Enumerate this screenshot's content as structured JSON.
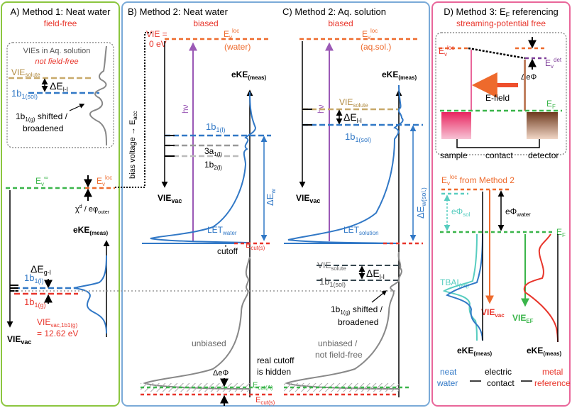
{
  "panelA": {
    "title": "A) Method 1: Neat water",
    "subtitle": "field-free",
    "inset_title_1": "VIEs in Aq. solution",
    "inset_title_2": "not field-free",
    "vie_solute": "VIE",
    "vie_solute_sub": "solute",
    "delta_e_li": "ΔE",
    "delta_e_li_sub": "l-l",
    "b1_sol": "1b",
    "b1_sol_sub": "1(sol)",
    "shifted_1": "1b",
    "shifted_1_sub": "1(g)",
    "shifted_1_rest": " shifted /",
    "shifted_2": "broadened",
    "ev_inf": "E",
    "ev_inf_sub": "v",
    "ev_inf_sup": "∞",
    "ev_loc": "E",
    "ev_loc_sub": "v",
    "ev_loc_sup": "loc",
    "chi": "χ",
    "chi_sup": "d",
    "chi_rest": " / eφ",
    "chi_sub": "outer",
    "eke": "eKE",
    "eke_sub": "(meas)",
    "delta_egl": "ΔE",
    "delta_egl_sub": "g-l",
    "b1_l": "1b",
    "b1_l_sub": "1(l)",
    "b1_g": "1b",
    "b1_g_sub": "1(g)",
    "vie_vac_1b1": "VIE",
    "vie_vac_1b1_sub": "vac,1b1(g)",
    "vie_value": "= 12.62 eV",
    "vie_vac": "VIE",
    "vie_vac_sub": "vac"
  },
  "panelB": {
    "title": "B) Method 2: Neat water",
    "subtitle": "biased",
    "vie_zero_1": "VIE =",
    "vie_zero_2": "0 eV",
    "ev_loc": "E",
    "ev_loc_sub": "v",
    "ev_loc_sup": "loc",
    "ev_loc_paren": "(water)",
    "hv": "hν",
    "eke": "eKE",
    "eke_sub": "(meas)",
    "b1_l": "1b",
    "b1_l_sub": "1(l)",
    "a1_l": "3a",
    "a1_l_sub": "1(l)",
    "b2_l": "1b",
    "b2_l_sub": "2(l)",
    "delta_ew": "ΔE",
    "delta_ew_sub": "w",
    "vie_vac": "VIE",
    "vie_vac_sub": "vac",
    "let": "LET",
    "let_sub": "water",
    "cutoff": "cutoff",
    "ecut_s_top": "E",
    "ecut_s_top_sub": "cut(s)",
    "unbiased": "unbiased",
    "real_cutoff_1": "real cutoff",
    "real_cutoff_2": "is hidden",
    "delta_phi": "ΔeΦ",
    "ecut_a": "E",
    "ecut_a_sub": "cut(A)",
    "ecut_s": "E",
    "ecut_s_sub": "cut(s)",
    "bias_label": "bias voltage → E",
    "bias_label_sub": "acc"
  },
  "panelC": {
    "title": "C) Method 2: Aq. solution",
    "subtitle": "biased",
    "ev_loc": "E",
    "ev_loc_sub": "v",
    "ev_loc_sup": "loc",
    "ev_loc_paren": "(aq.sol.)",
    "hv": "hν",
    "eke": "eKE",
    "eke_sub": "(meas)",
    "vie_solute": "VIE",
    "vie_solute_sub": "solute",
    "delta_e_li": "ΔE",
    "delta_e_li_sub": "l-l",
    "b1_sol": "1b",
    "b1_sol_sub": "1(sol)",
    "delta_ew": "ΔE",
    "delta_ew_sub": "w(sol.)",
    "vie_vac": "VIE",
    "vie_vac_sub": "vac",
    "let": "LET",
    "let_sub": "solution",
    "vie_solute_2": "VIE",
    "vie_solute_2_sub": "solute",
    "delta_e_li_2": "ΔE",
    "delta_e_li_2_sub": "l-l",
    "b1_sol_2": "1b",
    "b1_sol_2_sub": "1(sol)",
    "shifted_1": "1b",
    "shifted_1_sub": "1(g)",
    "shifted_1_rest": " shifted /",
    "shifted_2": "broadened",
    "unbiased_1": "unbiased /",
    "unbiased_2": "not field-free"
  },
  "panelD": {
    "title_pre": "D) Method 3: E",
    "title_sub": "F",
    "title_post": " referencing",
    "subtitle": "streaming-potential free",
    "ev_loc": "E",
    "ev_loc_sub": "v",
    "ev_loc_sup": "loc",
    "ev_det": "E",
    "ev_det_sub": "v",
    "ev_det_sup": "det",
    "delta_phi": "ΔeΦ",
    "efield": "E-field",
    "ef": "E",
    "ef_sub": "F",
    "sample": "sample",
    "contact": "contact",
    "detector": "detector",
    "ev_loc2": "E",
    "ev_loc2_sub": "v",
    "ev_loc2_sup": "loc",
    "from_method2": " from Method 2",
    "ephi_sol": "eΦ",
    "ephi_sol_sub": "sol",
    "ephi_water": "eΦ",
    "ephi_water_sub": "water",
    "ef2": "E",
    "ef2_sub": "F",
    "tbai": "TBAI",
    "tbai_sub": "(aq)",
    "vie_ef": "VIE",
    "vie_ef_sub": "EF",
    "vie_vac": "VIE",
    "vie_vac_sub": "vac",
    "eke1": "eKE",
    "eke1_sub": "(meas)",
    "eke2": "eKE",
    "eke2_sub": "(meas)",
    "neat_1": "neat",
    "neat_2": "water",
    "electric_1": "electric",
    "electric_2": "contact",
    "metal_1": "metal",
    "metal_2": "reference"
  },
  "colors": {
    "panelA_border": "#8cc63f",
    "panelBC_border": "#7aaad8",
    "panelD_border": "#e9669a",
    "red": "#e8352b",
    "orange": "#ee6a2c",
    "blue": "#3178c6",
    "green": "#3ab54a",
    "gray": "#888888",
    "tan": "#c8a96a",
    "purple": "#9b59b6",
    "teal": "#58cdc0",
    "darkpurple": "#7d3c98"
  }
}
